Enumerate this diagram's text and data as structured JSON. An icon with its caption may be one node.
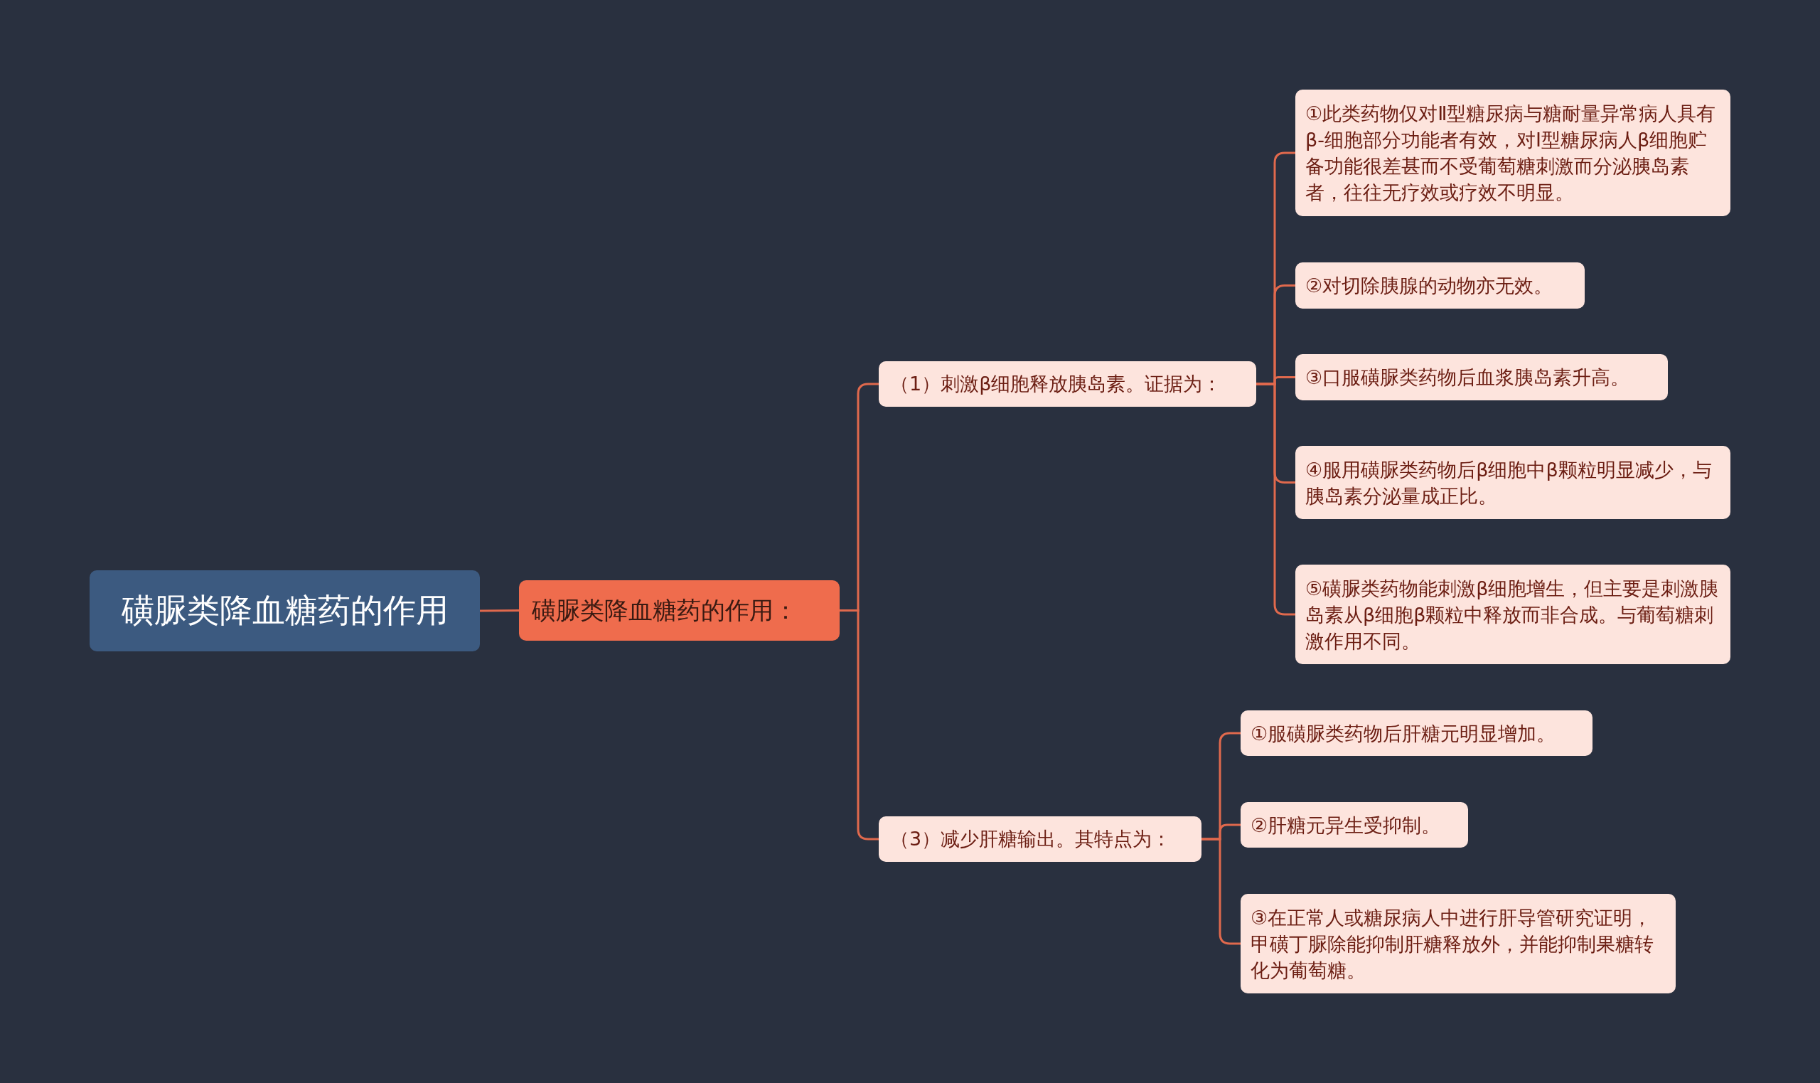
{
  "diagram": {
    "nodes": [
      {
        "text": [
          "磺脲类降血糖药的作用"
        ]
      },
      {
        "text": [
          "磺脲类降血糖药的作用："
        ]
      },
      {
        "text": [
          "（1）刺激β细胞释放胰岛素。证据为："
        ]
      },
      {
        "text": [
          "（3）减少肝糖输出。其特点为："
        ]
      },
      {
        "text": [
          "①此类药物仅对Ⅱ型糖尿病与糖耐量异常病人具有β-细胞部分功能者有效，对Ⅰ型糖尿病人β细胞贮备功能很差甚而不受葡萄糖刺激而分泌胰岛素者，往往无疗效或疗效不明显。"
        ]
      },
      {
        "text": [
          "②对切除胰腺的动物亦无效。"
        ]
      },
      {
        "text": [
          "③口服磺脲类药物后血浆胰岛素升高。"
        ]
      },
      {
        "text": [
          "④服用磺脲类药物后β细胞中β颗粒明显减少，与胰岛素分泌量成正比。"
        ]
      },
      {
        "text": [
          "⑤磺脲类药物能刺激β细胞增生，但主要是刺激胰岛素从β细胞β颗粒中释放而非合成。与葡萄糖刺激作用不同。"
        ]
      },
      {
        "text": [
          "①服磺脲类药物后肝糖元明显增加。"
        ]
      },
      {
        "text": [
          "②肝糖元异生受抑制。"
        ]
      },
      {
        "text": [
          "③在正常人或糖尿病人中进行肝导管研究证明，甲磺丁脲除能抑制肝糖释放外，并能抑制果糖转化为葡萄糖。"
        ]
      }
    ],
    "edges": [
      {
        "from": 0,
        "to": 1,
        "arrow": "none"
      },
      {
        "from": 1,
        "to": 2,
        "arrow": "none"
      },
      {
        "from": 1,
        "to": 3,
        "arrow": "none"
      },
      {
        "from": 2,
        "to": 4,
        "arrow": "none"
      },
      {
        "from": 2,
        "to": 5,
        "arrow": "none"
      },
      {
        "from": 2,
        "to": 6,
        "arrow": "none"
      },
      {
        "from": 2,
        "to": 7,
        "arrow": "none"
      },
      {
        "from": 2,
        "to": 8,
        "arrow": "none"
      },
      {
        "from": 3,
        "to": 9,
        "arrow": "none"
      },
      {
        "from": 3,
        "to": 10,
        "arrow": "none"
      },
      {
        "from": 3,
        "to": 11,
        "arrow": "none"
      }
    ]
  }
}
